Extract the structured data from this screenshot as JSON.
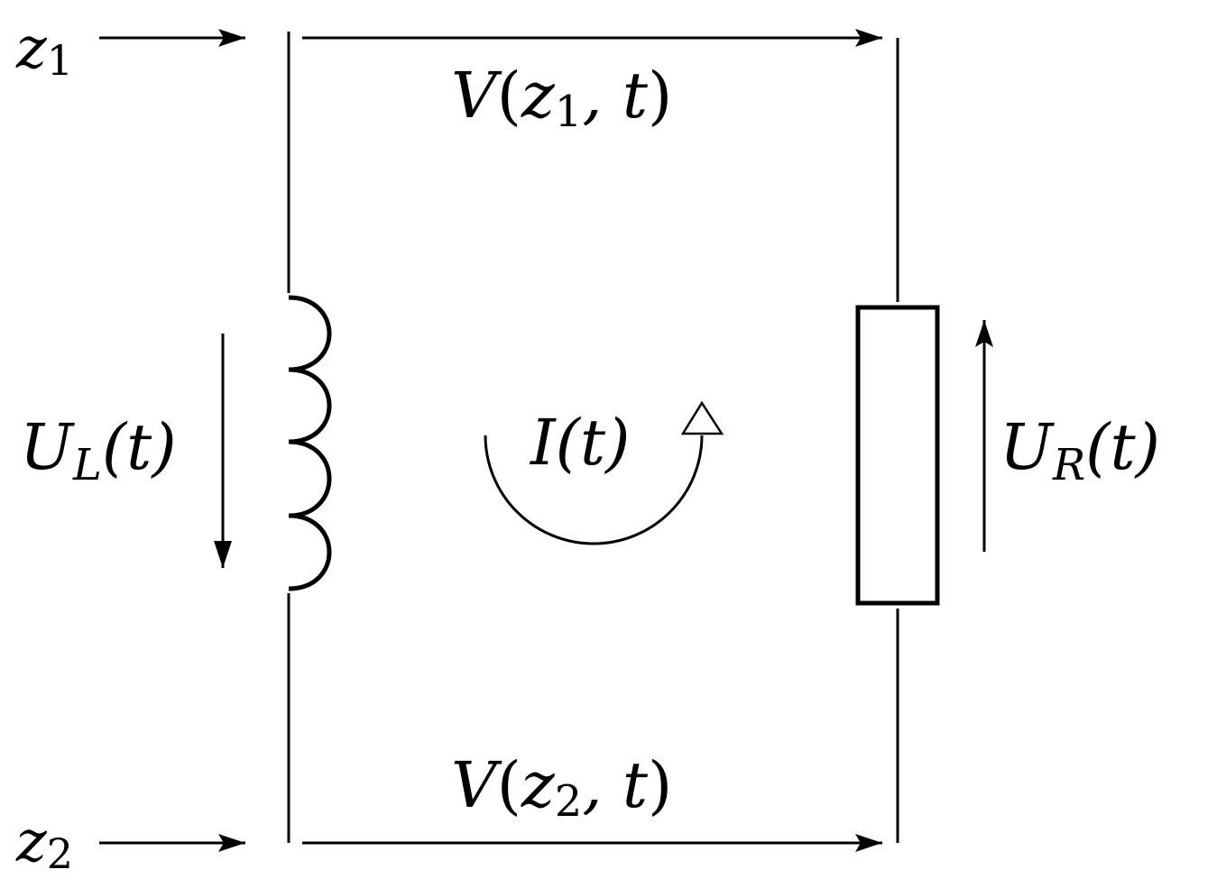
{
  "diagram": {
    "nodes": {
      "z1": {
        "base": "z",
        "sub": "1"
      },
      "z2": {
        "base": "z",
        "sub": "2"
      }
    },
    "voltages": {
      "top": {
        "base": "V",
        "open": "(",
        "var": "z",
        "sub": "1",
        "rest": ", t",
        "close": ")"
      },
      "bottom": {
        "base": "V",
        "open": "(",
        "var": "z",
        "sub": "2",
        "rest": ", t",
        "close": ")"
      }
    },
    "inductor_voltage": {
      "base": "U",
      "sub": "L",
      "arg": "(t)"
    },
    "resistor_voltage": {
      "base": "U",
      "sub": "R",
      "arg": "(t)"
    },
    "current": {
      "base": "I",
      "arg": "(t)"
    },
    "components": {
      "inductor": {
        "loops": 4
      },
      "resistor": {}
    },
    "colors": {
      "ink": "#000000",
      "background": "#ffffff"
    }
  }
}
